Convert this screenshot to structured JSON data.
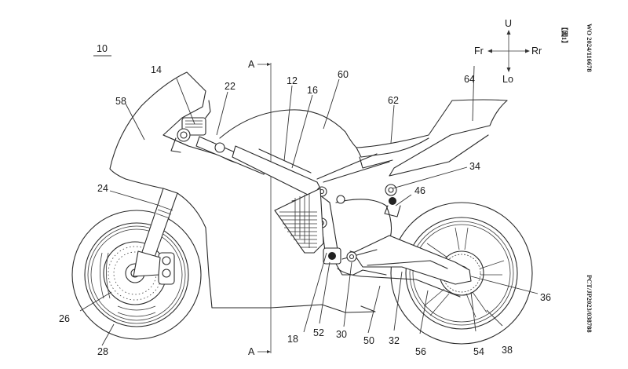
{
  "document": {
    "type": "patent-drawing",
    "figure_label": "【図1】",
    "publication_number": "WO 2024/116678",
    "application_number": "PCT/JP2023/038788",
    "assembly_ref": "10",
    "section_marker": "A"
  },
  "orientation": {
    "up": "U",
    "down": "Lo",
    "front": "Fr",
    "rear": "Rr"
  },
  "reference_labels": [
    {
      "id": "12",
      "part": "frame"
    },
    {
      "id": "14",
      "part": "steering-handle"
    },
    {
      "id": "16",
      "part": "frame-member"
    },
    {
      "id": "18",
      "part": "pivot-area"
    },
    {
      "id": "22",
      "part": "head-pipe"
    },
    {
      "id": "24",
      "part": "front-fork"
    },
    {
      "id": "26",
      "part": "front-brake-disc"
    },
    {
      "id": "28",
      "part": "front-wheel"
    },
    {
      "id": "30",
      "part": "pivot-shaft"
    },
    {
      "id": "32",
      "part": "swing-arm"
    },
    {
      "id": "34",
      "part": "rear-suspension"
    },
    {
      "id": "36",
      "part": "rear-axle"
    },
    {
      "id": "38",
      "part": "rear-wheel"
    },
    {
      "id": "46",
      "part": "shock-mount"
    },
    {
      "id": "50",
      "part": "under-cover"
    },
    {
      "id": "52",
      "part": "drive-sprocket"
    },
    {
      "id": "54",
      "part": "driven-sprocket"
    },
    {
      "id": "56",
      "part": "chain"
    },
    {
      "id": "58",
      "part": "front-cowl"
    },
    {
      "id": "60",
      "part": "tank-cover"
    },
    {
      "id": "62",
      "part": "seat"
    },
    {
      "id": "64",
      "part": "rear-cowl"
    }
  ]
}
